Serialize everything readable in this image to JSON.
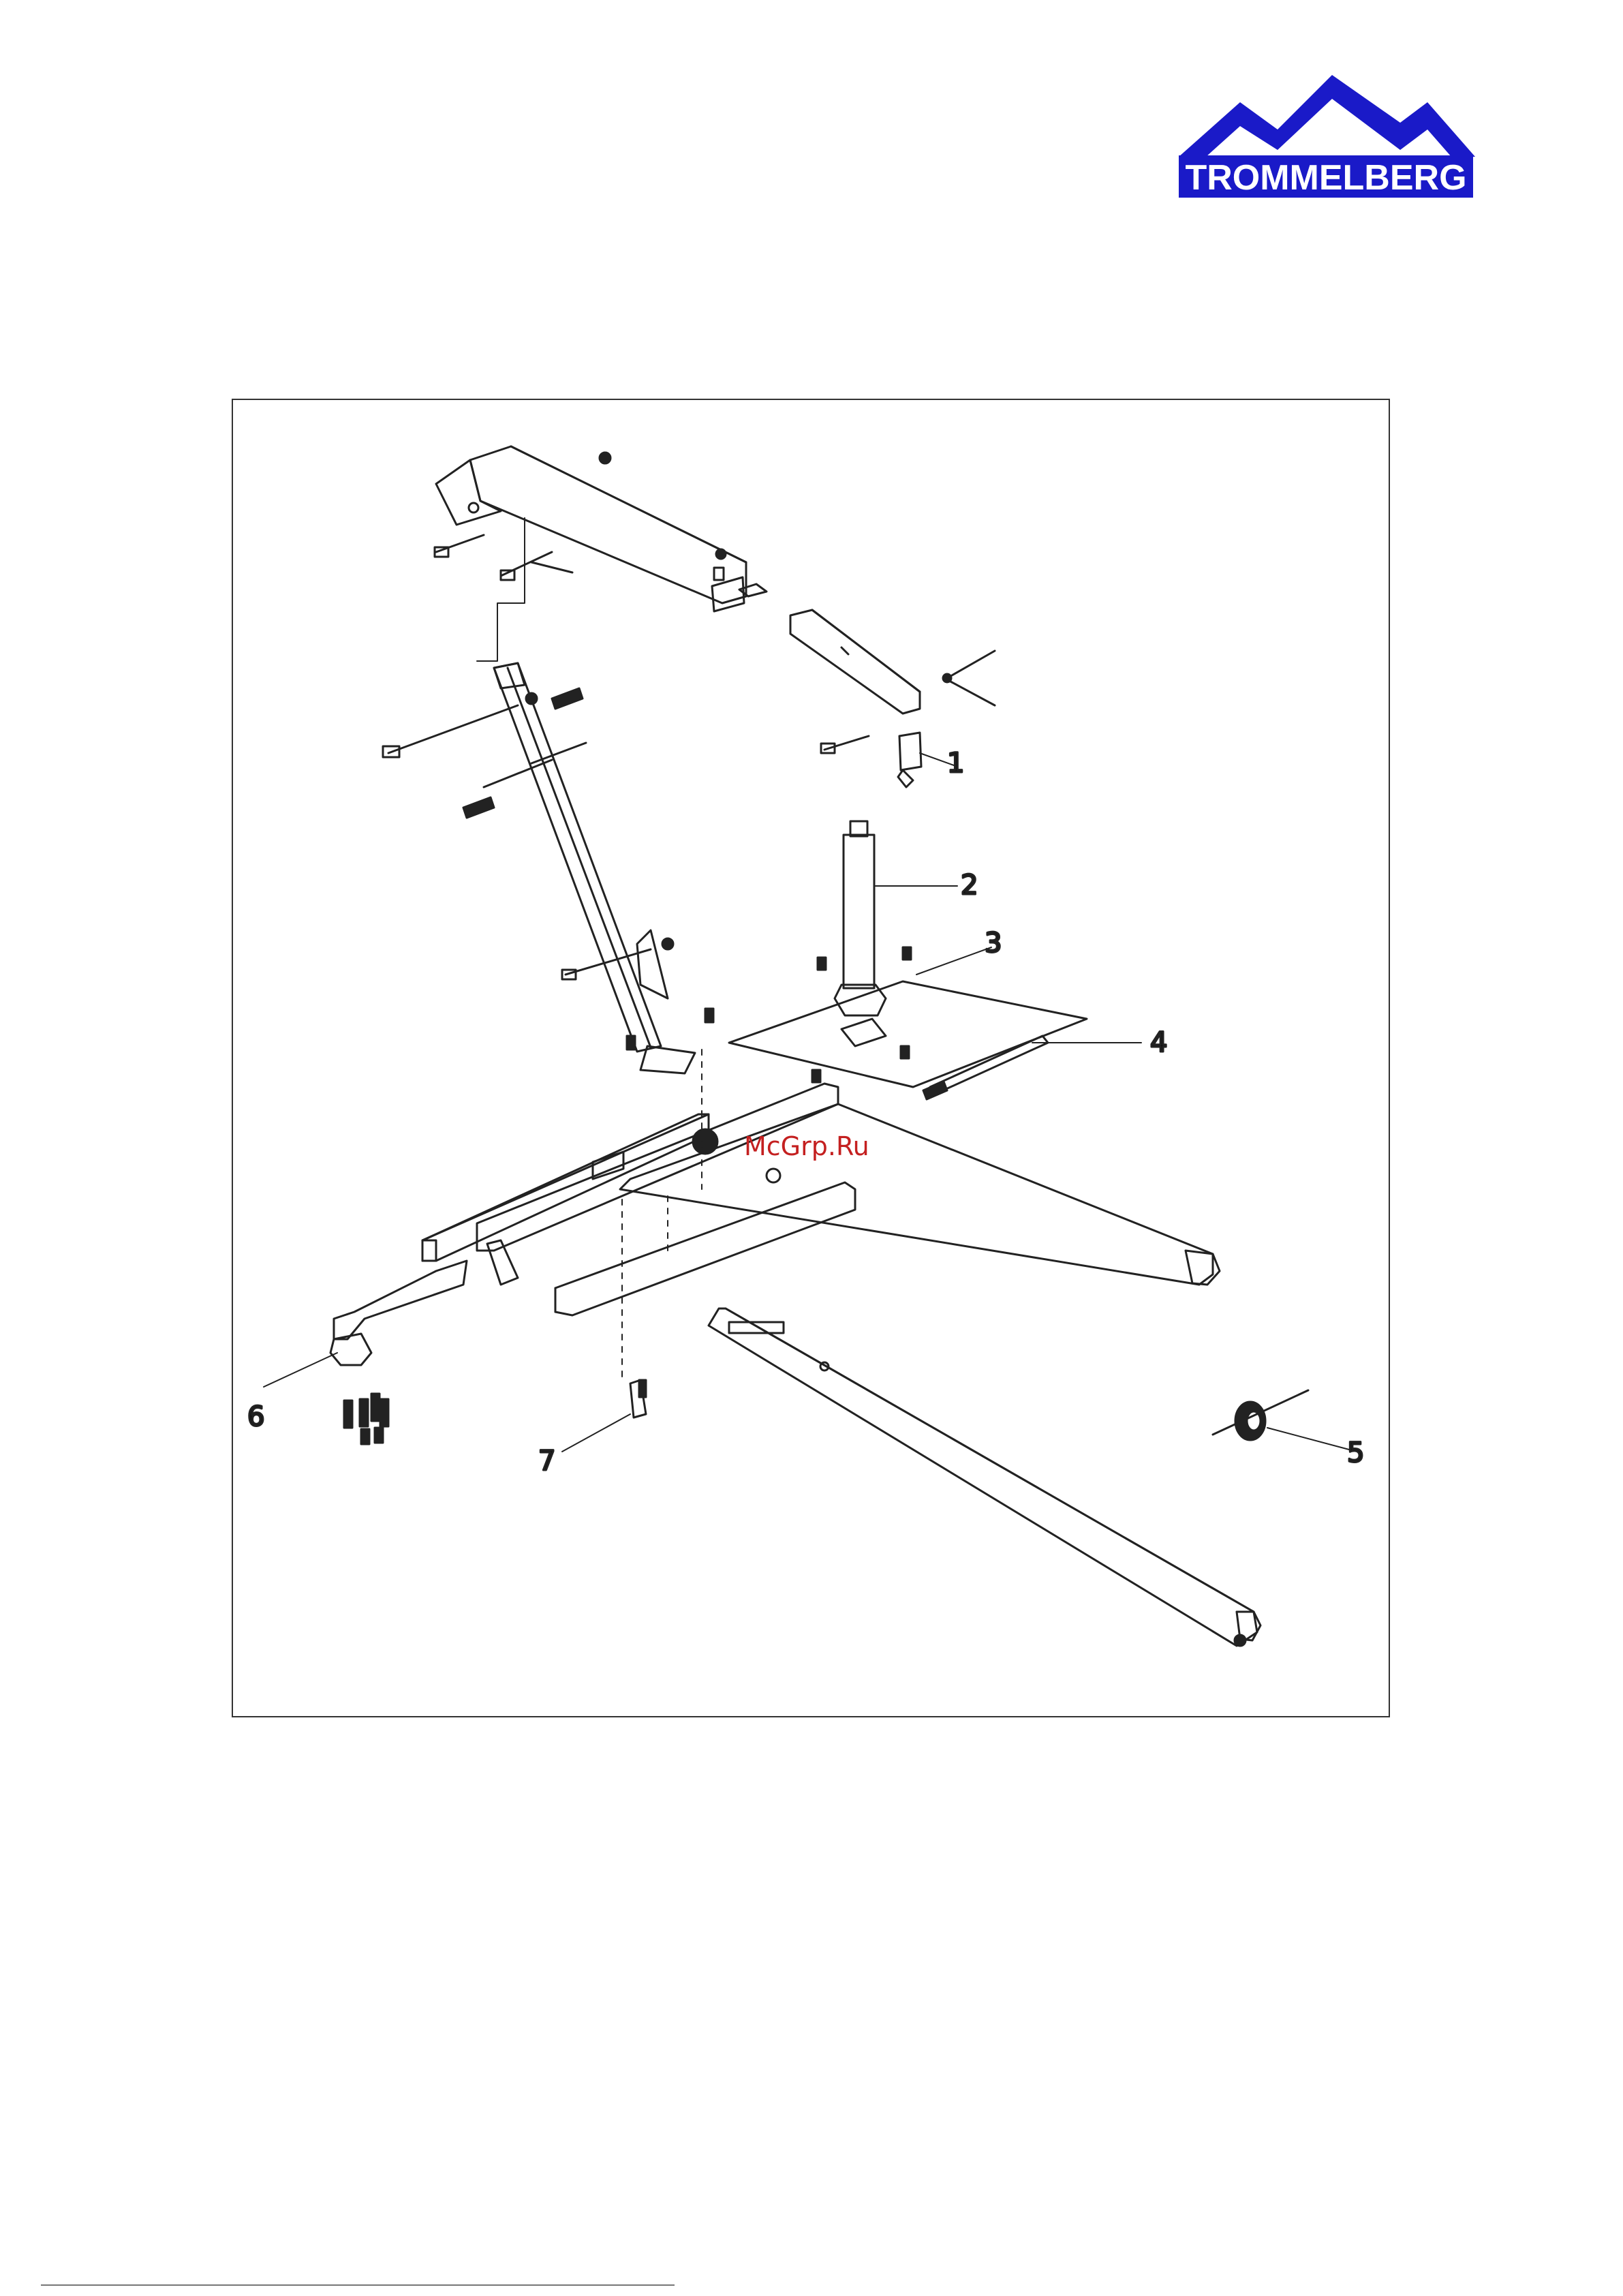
{
  "brand": {
    "name": "TROMMELBERG",
    "color": "#1a1ac8"
  },
  "watermark": "McGrp.Ru",
  "callouts": [
    "1",
    "2",
    "3",
    "4",
    "5",
    "6",
    "7"
  ]
}
